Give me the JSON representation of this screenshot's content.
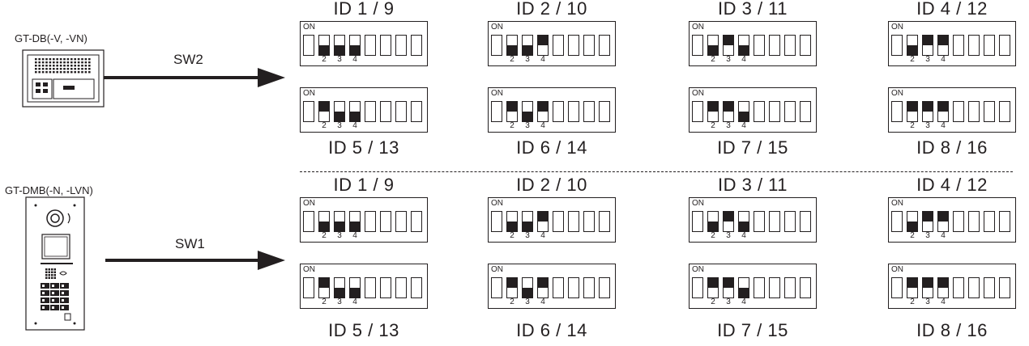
{
  "devices": [
    {
      "model": "GT-DB(-V, -VN)",
      "switch": "SW2"
    },
    {
      "model": "GT-DMB(-N, -LVN)",
      "switch": "SW1"
    }
  ],
  "dip": {
    "on_label": "ON",
    "switch_numbers": [
      "2",
      "3",
      "4"
    ]
  },
  "groups": [
    {
      "top_ids": [
        "ID 1 / 9",
        "ID 2 / 10",
        "ID 3 / 11",
        "ID 4 / 12"
      ],
      "bottom_ids": [
        "ID 5 / 13",
        "ID 6 / 14",
        "ID 7 / 15",
        "ID 8 / 16"
      ]
    },
    {
      "top_ids": [
        "ID 1 / 9",
        "ID 2 / 10",
        "ID 3 / 11",
        "ID 4 / 12"
      ],
      "bottom_ids": [
        "ID 5 / 13",
        "ID 6 / 14",
        "ID 7 / 15",
        "ID 8 / 16"
      ]
    }
  ],
  "settings": [
    [
      "down",
      "down",
      "down"
    ],
    [
      "down",
      "down",
      "up"
    ],
    [
      "down",
      "up",
      "down"
    ],
    [
      "down",
      "up",
      "up"
    ],
    [
      "up",
      "down",
      "down"
    ],
    [
      "up",
      "down",
      "up"
    ],
    [
      "up",
      "up",
      "down"
    ],
    [
      "up",
      "up",
      "up"
    ]
  ],
  "colors": {
    "ink": "#231f20"
  }
}
